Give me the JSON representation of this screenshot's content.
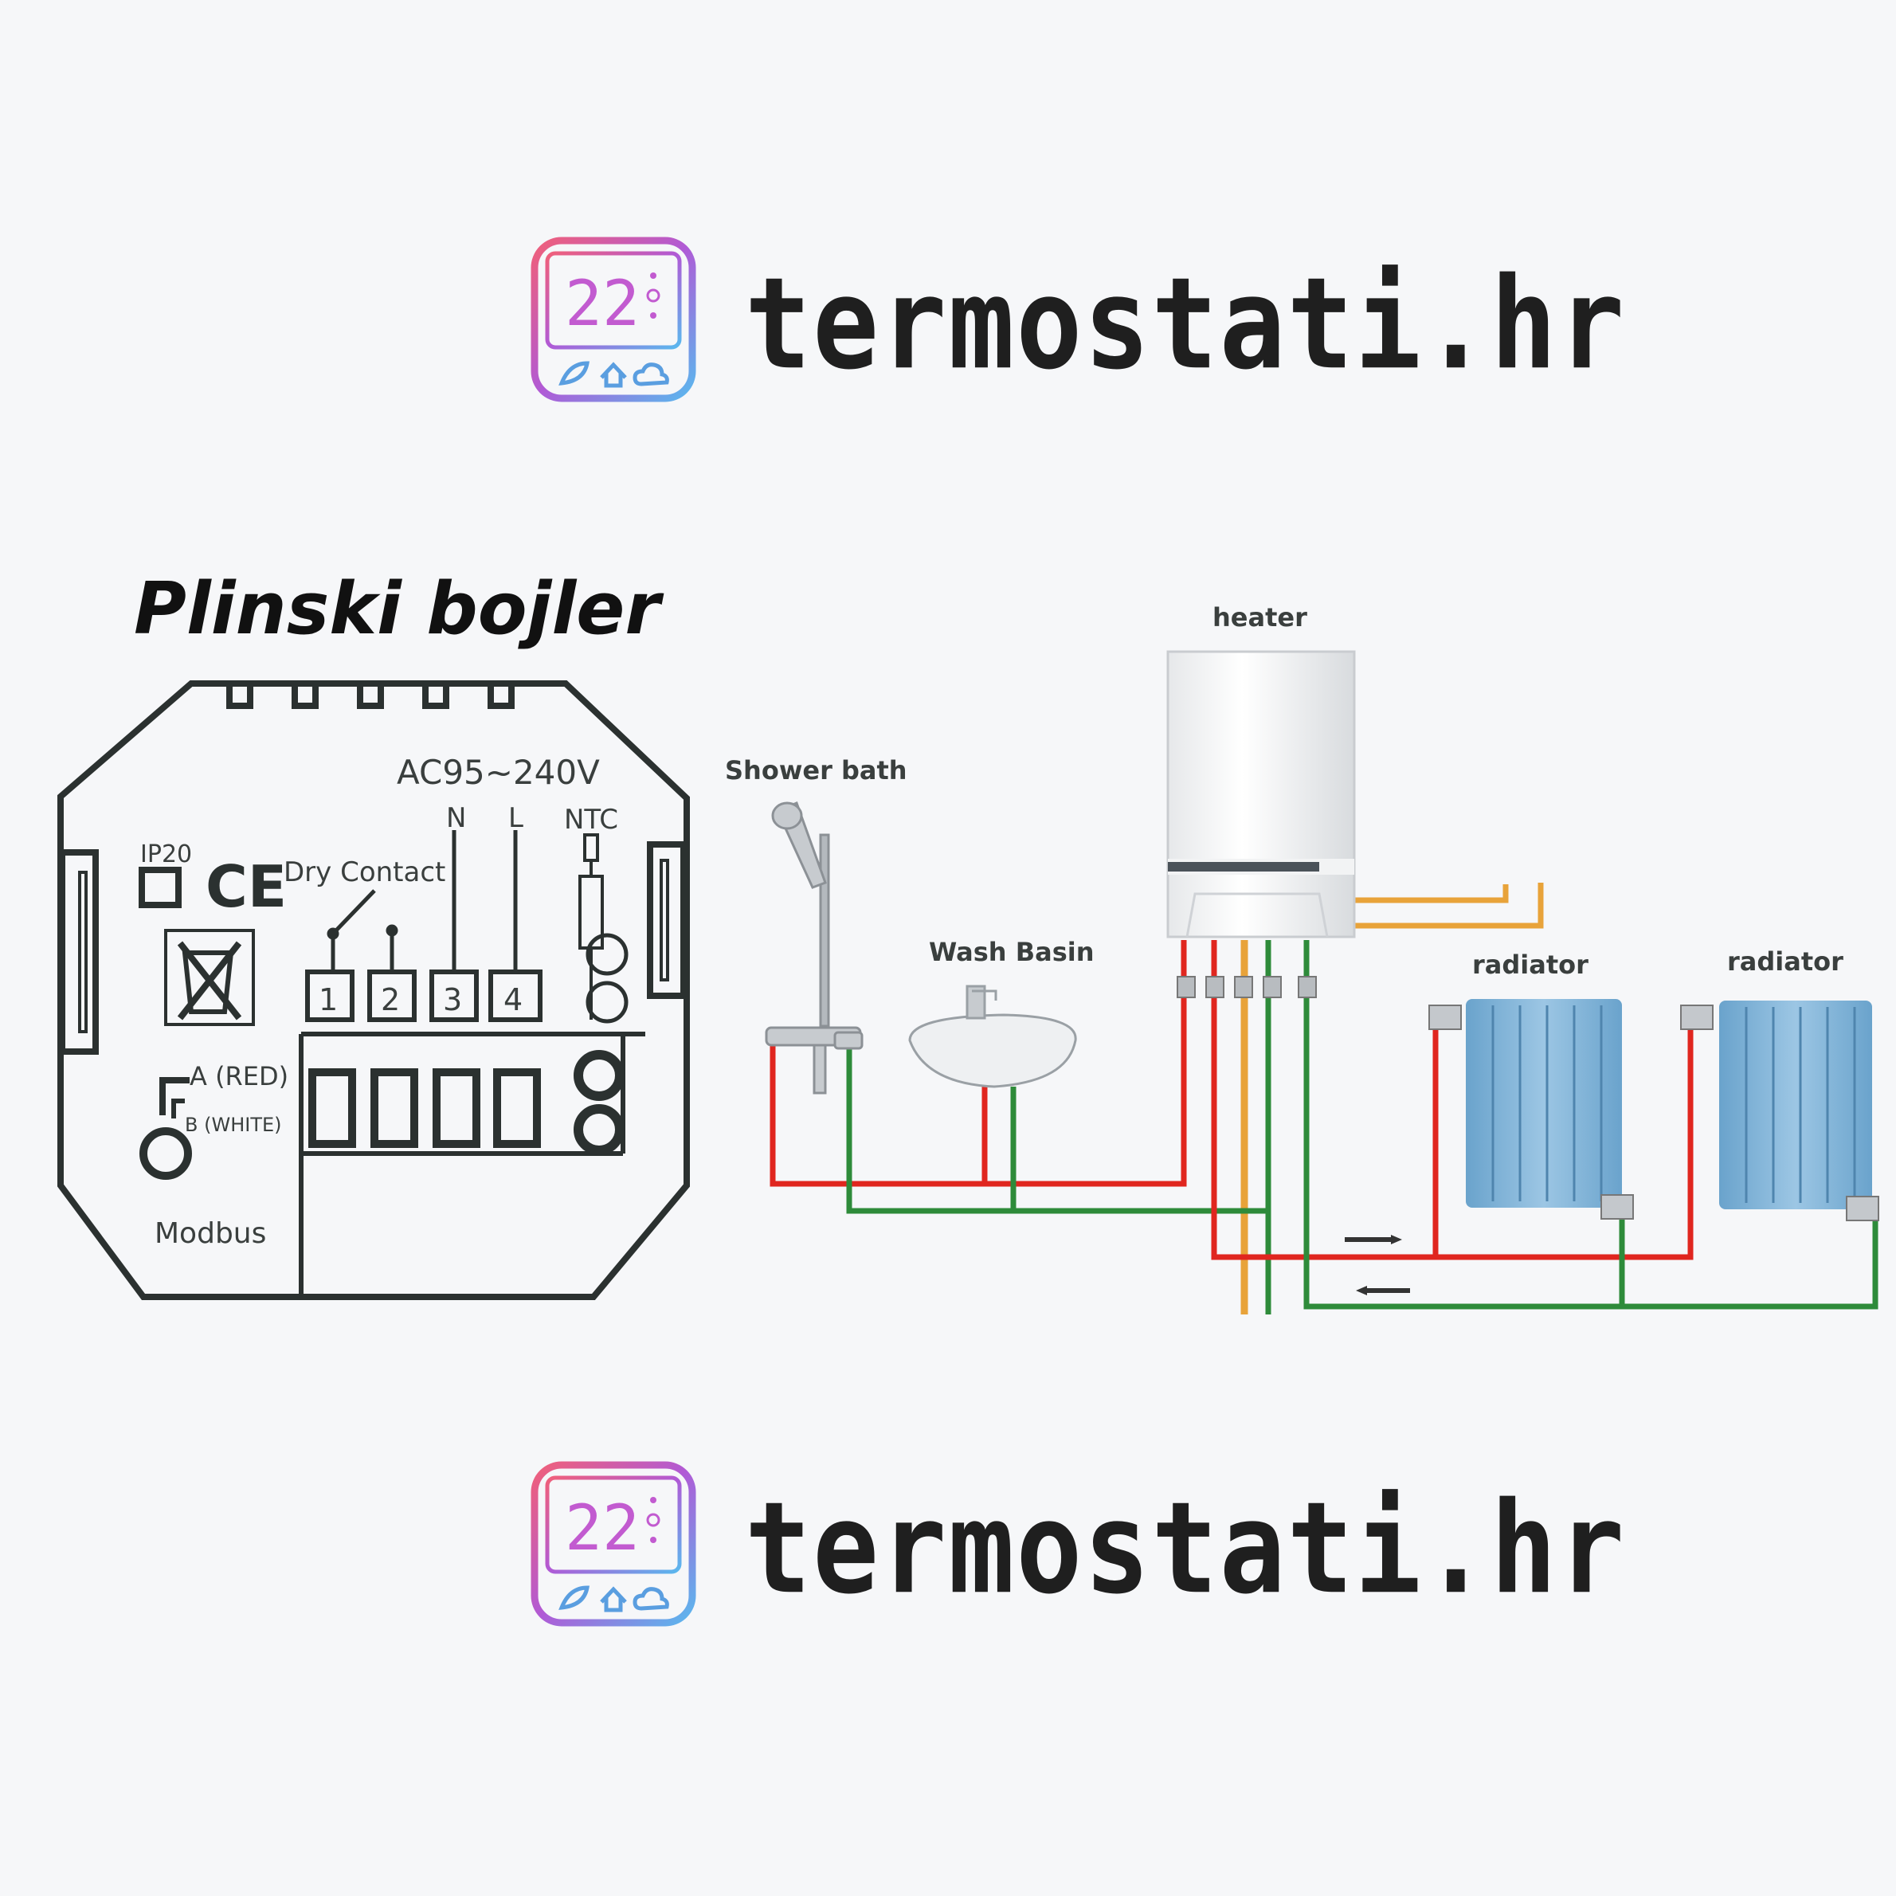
{
  "brand": {
    "name": "termostati.hr",
    "logo_number": "22"
  },
  "title": "Plinski bojler",
  "thermostat": {
    "voltage": "AC95~240V",
    "terminal_n": "N",
    "terminal_l": "L",
    "ntc": "NTC",
    "ip_rating": "IP20",
    "ce_mark": "CE",
    "dry_contact": "Dry Contact",
    "terminals": [
      "1",
      "2",
      "3",
      "4"
    ],
    "wire_a": "A (RED)",
    "wire_b": "B (WHITE)",
    "modbus": "Modbus"
  },
  "system": {
    "heater": "heater",
    "shower": "Shower bath",
    "basin": "Wash Basin",
    "radiator_1": "radiator",
    "radiator_2": "radiator"
  },
  "colors": {
    "hot_pipe": "#e0261f",
    "cold_pipe": "#2e8b3a",
    "gas_pipe": "#e8a33a",
    "radiator": "#7fb2d6",
    "logo_gradient_start": "#f0607a",
    "logo_gradient_end": "#5ab8ee"
  }
}
